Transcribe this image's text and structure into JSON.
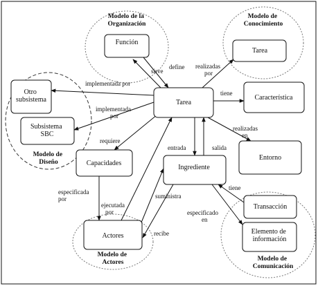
{
  "regions": {
    "organizacion": {
      "lines": [
        "Modelo de la",
        "Organización"
      ]
    },
    "conocimiento": {
      "lines": [
        "Modelo de",
        "Conocimiento"
      ]
    },
    "diseno": {
      "lines": [
        "Modelo de",
        "Diseño"
      ]
    },
    "actores": {
      "lines": [
        "Modelo de",
        "Actores"
      ]
    },
    "comunicacion": {
      "lines": [
        "Modelo de",
        "Comunicación"
      ]
    }
  },
  "nodes": {
    "funcion": {
      "lines": [
        "Función"
      ]
    },
    "tarea_conocimiento": {
      "lines": [
        "Tarea"
      ]
    },
    "otro_subsistema": {
      "lines": [
        "Otro",
        "subsistema"
      ]
    },
    "subsistema_sbc": {
      "lines": [
        "Subsistema",
        "SBC"
      ]
    },
    "tarea": {
      "lines": [
        "Tarea"
      ]
    },
    "caracteristica": {
      "lines": [
        "Característica"
      ]
    },
    "capacidades": {
      "lines": [
        "Capacidades"
      ]
    },
    "ingrediente": {
      "lines": [
        "Ingrediente"
      ]
    },
    "entorno": {
      "lines": [
        "Entorno"
      ]
    },
    "actores": {
      "lines": [
        "Actores"
      ]
    },
    "transaccion": {
      "lines": [
        "Transacción"
      ]
    },
    "elemento_informacion": {
      "lines": [
        "Elemento de",
        "información"
      ]
    }
  },
  "edges": {
    "define": {
      "lines": [
        "define"
      ]
    },
    "sirve": {
      "lines": [
        "sirve"
      ]
    },
    "realizadas_por": {
      "lines": [
        "realizadas",
        "por"
      ]
    },
    "implementada_por_1": {
      "lines": [
        "implementada por"
      ]
    },
    "implementada_por_2": {
      "lines": [
        "implementada",
        "por"
      ]
    },
    "tiene_caracteristica": {
      "lines": [
        "tiene"
      ]
    },
    "requiere": {
      "lines": [
        "requiere"
      ]
    },
    "realizadas_en": {
      "lines": [
        "realizadas",
        "en"
      ]
    },
    "entrada": {
      "lines": [
        "entrada"
      ]
    },
    "salida": {
      "lines": [
        "salida"
      ]
    },
    "especificada_por": {
      "lines": [
        "especificada",
        "por"
      ]
    },
    "ejecutada_por": {
      "lines": [
        "ejecutada",
        "por"
      ]
    },
    "suministra": {
      "lines": [
        "suministra"
      ]
    },
    "tiene_transaccion": {
      "lines": [
        "tiene"
      ]
    },
    "especificado_en": {
      "lines": [
        "especificado",
        "en"
      ]
    },
    "recibe": {
      "lines": [
        "recibe"
      ]
    }
  }
}
